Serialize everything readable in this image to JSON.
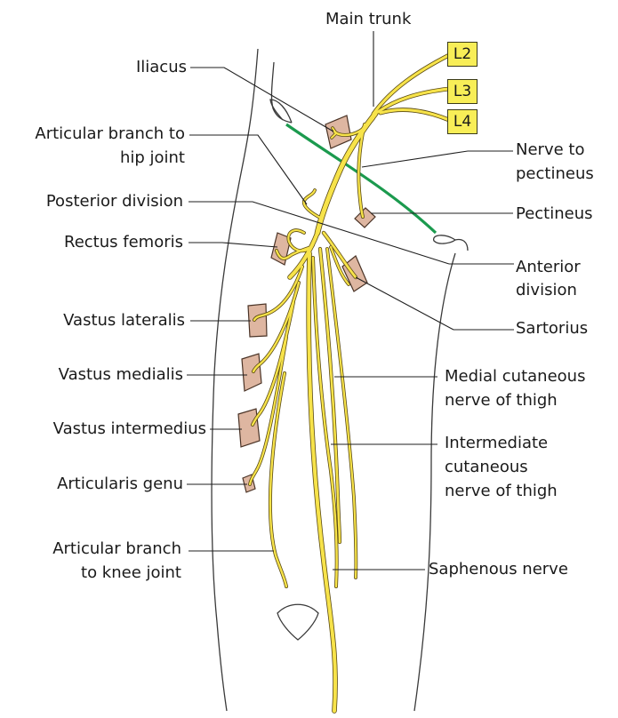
{
  "colors": {
    "nerve": "#f7e34a",
    "nerve_outline": "#5a4a12",
    "muscle": "#deb6a1",
    "muscle_outline": "#4a3326",
    "artery": "#1b9a4e",
    "root_box": "#f8ee57",
    "outline": "#3a3a3a",
    "leader": "#1f1f1f"
  },
  "roots": [
    "L2",
    "L3",
    "L4"
  ],
  "labels": {
    "main_trunk": "Main trunk",
    "iliacus": "Iliacus",
    "articular_hip_1": "Articular branch to",
    "articular_hip_2": "hip joint",
    "posterior_division": "Posterior division",
    "rectus_femoris": "Rectus femoris",
    "vastus_lateralis": "Vastus lateralis",
    "vastus_medialis": "Vastus medialis",
    "vastus_intermedius": "Vastus intermedius",
    "articularis_genu": "Articularis genu",
    "articular_knee_1": "Articular branch",
    "articular_knee_2": "to knee joint",
    "nerve_pectineus_1": "Nerve to",
    "nerve_pectineus_2": "pectineus",
    "pectineus": "Pectineus",
    "anterior_division_1": "Anterior",
    "anterior_division_2": "division",
    "sartorius": "Sartorius",
    "medial_cutaneous_1": "Medial cutaneous",
    "medial_cutaneous_2": "nerve of thigh",
    "intermediate_cutaneous_1": "Intermediate",
    "intermediate_cutaneous_2": "cutaneous",
    "intermediate_cutaneous_3": "nerve of thigh",
    "saphenous": "Saphenous nerve"
  }
}
